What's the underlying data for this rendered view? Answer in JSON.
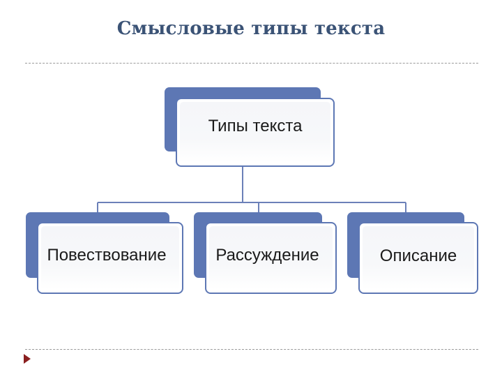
{
  "title": "Смысловые типы текста",
  "diagram": {
    "root": {
      "label": "Типы текста"
    },
    "children": [
      {
        "label": "Повествование"
      },
      {
        "label": "Рассуждение"
      },
      {
        "label": "Описание"
      }
    ]
  },
  "colors": {
    "title": "#3b5376",
    "box_accent": "#5d77b4",
    "connector": "#6b80b8",
    "rule": "#9a9a9a",
    "nav_arrow": "#8a1f1f"
  },
  "icons": {
    "nav": "play-triangle-icon"
  }
}
